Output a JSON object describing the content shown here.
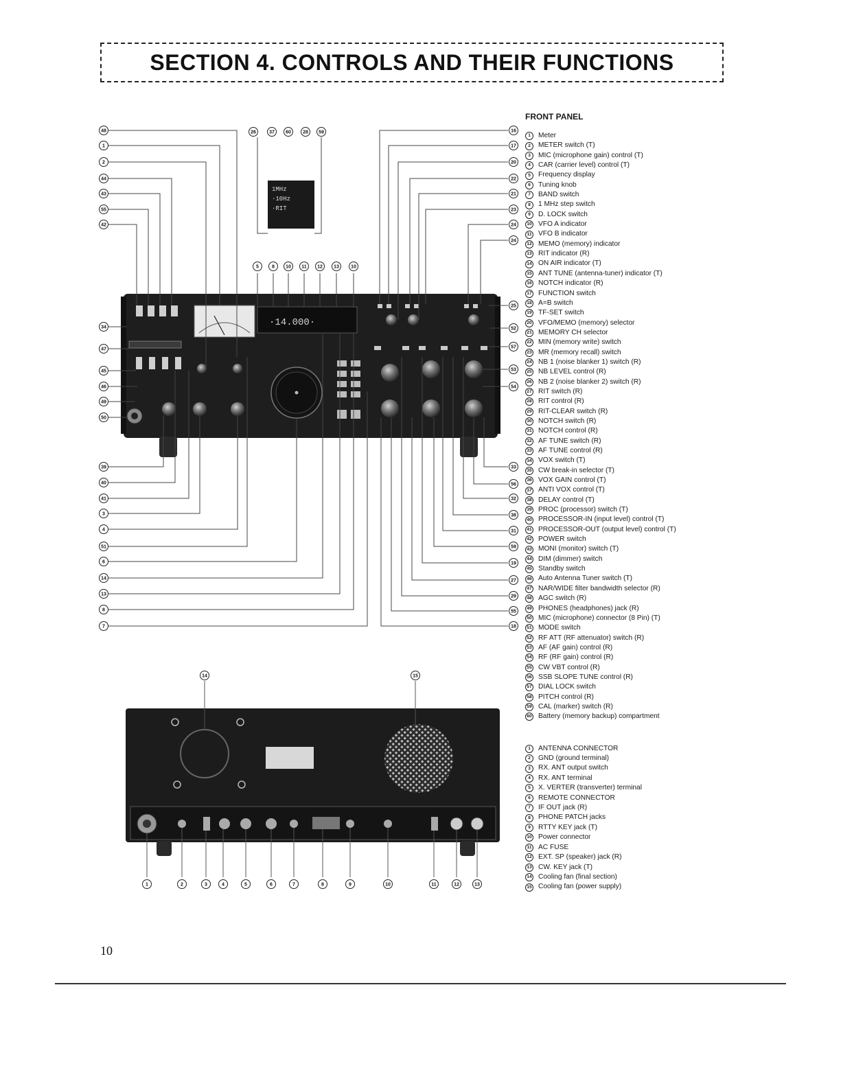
{
  "title": "SECTION 4. CONTROLS AND THEIR FUNCTIONS",
  "front_panel": {
    "heading": "FRONT PANEL",
    "items": [
      "Meter",
      "METER switch (T)",
      "MIC (microphone gain) control (T)",
      "CAR (carrier level) control (T)",
      "Frequency display",
      "Tuning knob",
      "BAND switch",
      "1 MHz step switch",
      "D. LOCK switch",
      "VFO A indicator",
      "VFO B indicator",
      "MEMO (memory) indicator",
      "RIT indicator (R)",
      "ON AIR indicator (T)",
      "ANT TUNE (antenna-tuner) indicator (T)",
      "NOTCH indicator (R)",
      "FUNCTION switch",
      "A=B switch",
      "TF-SET switch",
      "VFO/MEMO (memory) selector",
      "MEMORY CH selector",
      "MIN (memory write) switch",
      "MR (memory recall) switch",
      "NB 1 (noise blanker 1) switch (R)",
      "NB LEVEL control (R)",
      "NB 2 (noise blanker 2) switch (R)",
      "RIT switch (R)",
      "RIT control (R)",
      "RIT-CLEAR switch (R)",
      "NOTCH switch (R)",
      "NOTCH control (R)",
      "AF TUNE switch (R)",
      "AF TUNE control (R)",
      "VOX switch (T)",
      "CW break-in selector (T)",
      "VOX GAIN control (T)",
      "ANTI VOX control (T)",
      "DELAY control (T)",
      "PROC (processor) switch (T)",
      "PROCESSOR-IN (input level) control (T)",
      "PROCESSOR-OUT (output level) control (T)",
      "POWER switch",
      "MONI (monitor) switch (T)",
      "DIM (dimmer) switch",
      "Standby switch",
      "Auto Antenna Tuner switch (T)",
      "NAR/WIDE filter bandwidth selector (R)",
      "AGC switch (R)",
      "PHONES (headphones) jack (R)",
      "MIC (microphone) connector (8 Pin) (T)",
      "MODE switch",
      "RF ATT (RF attenuator) switch (R)",
      "AF (AF gain) control (R)",
      "RF (RF gain) control (R)",
      "CW VBT control (R)",
      "SSB SLOPE TUNE control (R)",
      "DIAL LOCK switch",
      "PITCH control (R)",
      "CAL (marker) switch (R)",
      "Battery (memory backup) compartment"
    ]
  },
  "rear_panel": {
    "items": [
      "ANTENNA CONNECTOR",
      "GND (ground terminal)",
      "RX. ANT output switch",
      "RX. ANT terminal",
      "X. VERTER (transverter) terminal",
      "REMOTE CONNECTOR",
      "IF OUT jack (R)",
      "PHONE PATCH jacks",
      "RTTY KEY jack (T)",
      "Power connector",
      "AC FUSE",
      "EXT. SP (speaker) jack (R)",
      "CW. KEY jack (T)",
      "Cooling fan (final section)",
      "Cooling fan (power supply)"
    ]
  },
  "callouts": {
    "left": [
      "48",
      "1",
      "2",
      "44",
      "43",
      "55",
      "42",
      "34",
      "47",
      "45",
      "46",
      "49",
      "50",
      "39",
      "40",
      "41",
      "3",
      "4",
      "51",
      "6",
      "14",
      "13",
      "8",
      "7"
    ],
    "right": [
      "16",
      "17",
      "20",
      "22",
      "21",
      "23",
      "24",
      "24",
      "25",
      "52",
      "57",
      "53",
      "54",
      "33",
      "56",
      "32",
      "38",
      "31",
      "59",
      "19",
      "27",
      "29",
      "55",
      "18"
    ],
    "top_center": [
      "5",
      "8",
      "10",
      "11",
      "12",
      "13",
      "10"
    ],
    "top_inset": [
      "26",
      "37",
      "60",
      "28",
      "59"
    ],
    "rear_top": [
      "14",
      "15"
    ],
    "rear_bottom": [
      "1",
      "2",
      "3",
      "4",
      "5",
      "6",
      "7",
      "8",
      "9",
      "10",
      "11",
      "12",
      "13"
    ]
  },
  "page_number": "10"
}
